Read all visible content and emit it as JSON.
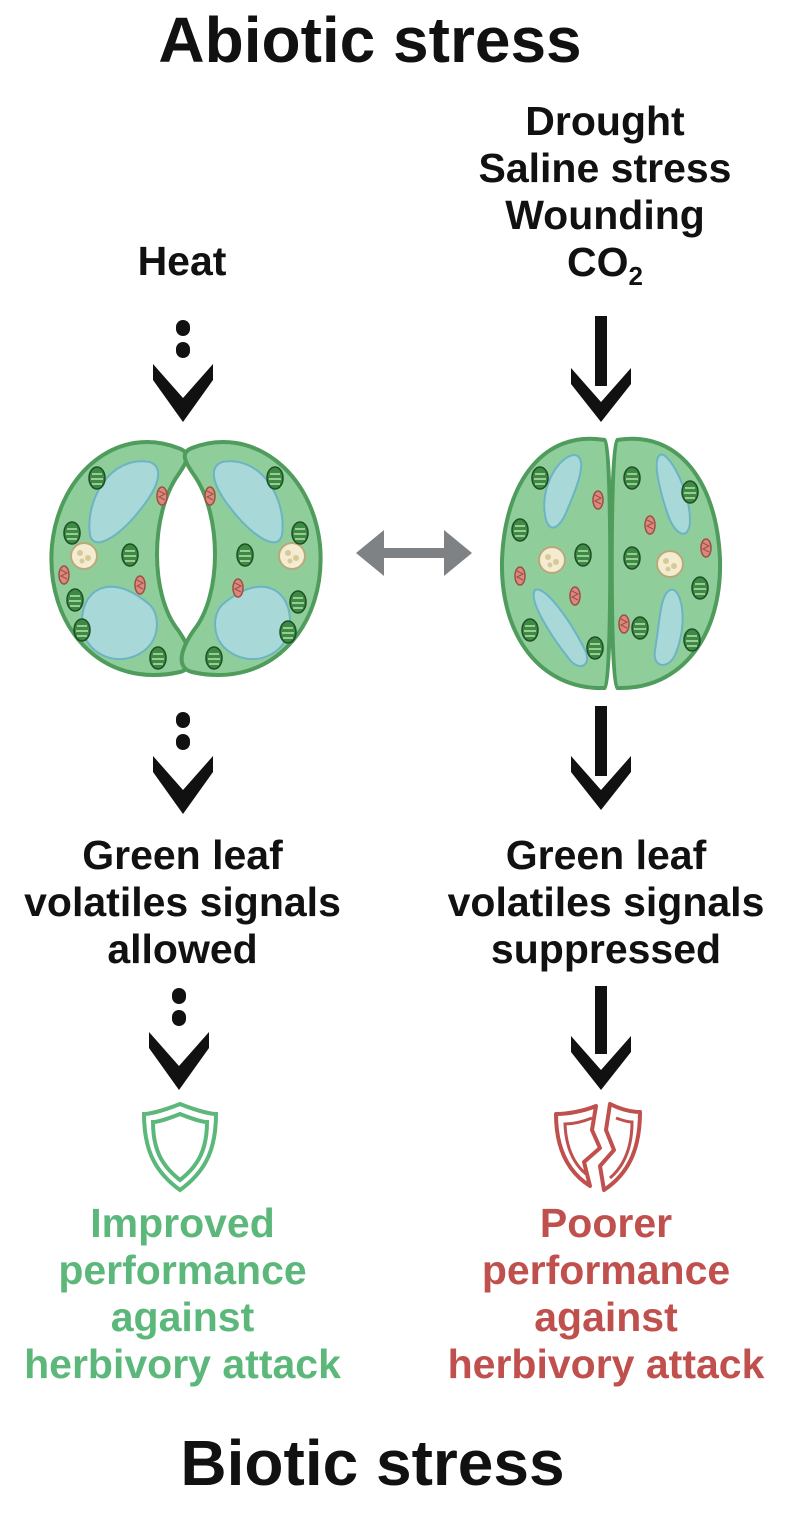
{
  "title_top": "Abiotic stress",
  "title_bottom": "Biotic stress",
  "left": {
    "stress": "Heat",
    "signal_lines": [
      "Green leaf",
      "volatiles signals",
      "allowed"
    ],
    "outcome_lines": [
      "Improved",
      "performance",
      "against",
      "herbivory attack"
    ],
    "stomata_state": "open",
    "arrow_style": "dashed",
    "shield": "intact"
  },
  "right": {
    "stress_lines": [
      "Drought",
      "Saline stress",
      "Wounding"
    ],
    "co2_base": "CO",
    "co2_sub": "2",
    "signal_lines": [
      "Green leaf",
      "volatiles signals",
      "suppressed"
    ],
    "outcome_lines": [
      "Poorer",
      "performance",
      "against",
      "herbivory attack"
    ],
    "stomata_state": "closed",
    "arrow_style": "solid",
    "shield": "broken"
  },
  "middle_connector": "double-headed-arrow",
  "colors": {
    "positive": "#5cb87a",
    "negative": "#c0504d",
    "cell_fill": "#8fce9a",
    "cell_edge": "#4f9c5d",
    "vacuole": "#a8d8d8",
    "connector": "#7f8285"
  }
}
